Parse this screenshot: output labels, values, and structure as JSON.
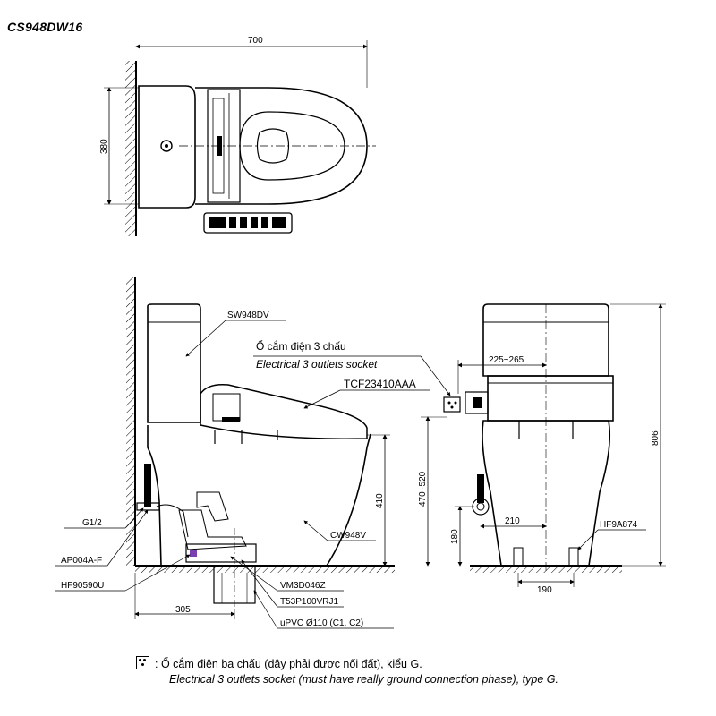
{
  "model": "CS948DW16",
  "top_view": {
    "width_dim": "700",
    "depth_dim": "380"
  },
  "side_view": {
    "tank_part": "SW948DV",
    "socket_label_vi": "Ổ cắm điện 3 chấu",
    "socket_label_en": "Electrical 3 outlets socket",
    "seat_part": "TCF23410AAA",
    "bowl_part": "CW948V",
    "height_seat": "410",
    "height_range": "470~520",
    "inlet_thread": "G1/2",
    "valve_part": "AP004A-F",
    "flange_part": "HF90590U",
    "gasket_part": "VM3D046Z",
    "bolt_part": "T53P100VRJ1",
    "pipe": "uPVC Ø110 (C1, C2)",
    "rough_in": "305"
  },
  "front_view": {
    "socket_span": "225~265",
    "total_height": "806",
    "inlet_offset": "210",
    "inlet_height": "180",
    "fixing_part": "HF9A874",
    "base_width": "190"
  },
  "note": {
    "vi": ": Ổ cắm điện ba chấu (dây phải được nối đất), kiểu G.",
    "en": "Electrical 3 outlets socket (must have really ground connection phase), type G."
  }
}
